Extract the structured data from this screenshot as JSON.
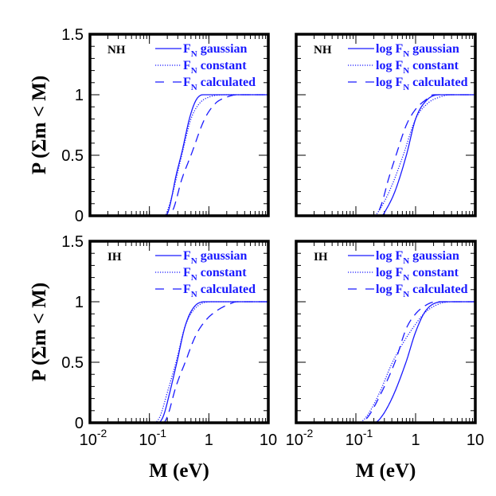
{
  "colors": {
    "curve": "#1a1aff",
    "axis": "#000000"
  },
  "axes": {
    "xlabel": "M (eV)",
    "ylabel": "P (Σm < M)",
    "x_scale": "log",
    "xlim": [
      0.01,
      10
    ],
    "ylim": [
      0,
      1.5
    ],
    "x_ticks": [
      {
        "base": "10",
        "exp": "-2",
        "v": 0.01
      },
      {
        "base": "10",
        "exp": "-1",
        "v": 0.1
      },
      {
        "base": "1",
        "exp": "",
        "v": 1
      },
      {
        "base": "10",
        "exp": "",
        "v": 10
      }
    ],
    "y_ticks": [
      {
        "label": "0",
        "v": 0
      },
      {
        "label": "0.5",
        "v": 0.5
      },
      {
        "label": "1",
        "v": 1
      },
      {
        "label": "1.5",
        "v": 1.5
      }
    ]
  },
  "chart_data": [
    {
      "type": "line",
      "label": "NH",
      "position": "top-left",
      "legend": "top-right",
      "series": [
        {
          "name": "F",
          "sub": "N",
          "suffix": " gaussian",
          "style": "solid",
          "points": [
            [
              0.01,
              0
            ],
            [
              0.19,
              0
            ],
            [
              0.22,
              0.08
            ],
            [
              0.28,
              0.33
            ],
            [
              0.35,
              0.52
            ],
            [
              0.47,
              0.8
            ],
            [
              0.6,
              0.95
            ],
            [
              0.8,
              1
            ],
            [
              10,
              1
            ]
          ]
        },
        {
          "name": "F",
          "sub": "N",
          "suffix": " constant",
          "style": "dotted",
          "points": [
            [
              0.01,
              0
            ],
            [
              0.18,
              0
            ],
            [
              0.22,
              0.1
            ],
            [
              0.35,
              0.5
            ],
            [
              0.5,
              0.8
            ],
            [
              0.7,
              0.93
            ],
            [
              1,
              0.98
            ],
            [
              2,
              1
            ],
            [
              10,
              1
            ]
          ]
        },
        {
          "name": "F",
          "sub": "N",
          "suffix": " calculated",
          "style": "dashed",
          "points": [
            [
              0.01,
              0
            ],
            [
              0.2,
              0
            ],
            [
              0.25,
              0.05
            ],
            [
              0.35,
              0.3
            ],
            [
              0.5,
              0.5
            ],
            [
              0.85,
              0.8
            ],
            [
              1.3,
              0.93
            ],
            [
              2,
              0.98
            ],
            [
              3,
              1
            ],
            [
              10,
              1
            ]
          ]
        }
      ]
    },
    {
      "type": "line",
      "label": "NH",
      "position": "top-right",
      "legend": "top-right",
      "series": [
        {
          "name": "log F",
          "sub": "N",
          "suffix": " gaussian",
          "style": "solid",
          "points": [
            [
              0.01,
              0
            ],
            [
              0.27,
              0
            ],
            [
              0.32,
              0.05
            ],
            [
              0.45,
              0.2
            ],
            [
              0.7,
              0.5
            ],
            [
              1,
              0.8
            ],
            [
              1.5,
              0.95
            ],
            [
              2.5,
              1
            ],
            [
              10,
              1
            ]
          ]
        },
        {
          "name": "log F",
          "sub": "N",
          "suffix": " constant",
          "style": "dotted",
          "points": [
            [
              0.01,
              0
            ],
            [
              0.2,
              0
            ],
            [
              0.25,
              0.05
            ],
            [
              0.4,
              0.25
            ],
            [
              0.62,
              0.5
            ],
            [
              1,
              0.8
            ],
            [
              1.6,
              0.93
            ],
            [
              2.5,
              0.98
            ],
            [
              4,
              1
            ],
            [
              10,
              1
            ]
          ]
        },
        {
          "name": "log F",
          "sub": "N",
          "suffix": " calculated",
          "style": "dashed",
          "points": [
            [
              0.01,
              0
            ],
            [
              0.21,
              0
            ],
            [
              0.27,
              0.1
            ],
            [
              0.35,
              0.3
            ],
            [
              0.47,
              0.5
            ],
            [
              0.7,
              0.75
            ],
            [
              1,
              0.88
            ],
            [
              1.5,
              0.96
            ],
            [
              2,
              1
            ],
            [
              10,
              1
            ]
          ]
        }
      ]
    },
    {
      "type": "line",
      "label": "IH",
      "position": "bottom-left",
      "legend": "top-right",
      "series": [
        {
          "name": "F",
          "sub": "N",
          "suffix": " gaussian",
          "style": "solid",
          "points": [
            [
              0.01,
              0
            ],
            [
              0.14,
              0
            ],
            [
              0.17,
              0.05
            ],
            [
              0.22,
              0.25
            ],
            [
              0.29,
              0.5
            ],
            [
              0.4,
              0.8
            ],
            [
              0.55,
              0.95
            ],
            [
              0.85,
              1
            ],
            [
              10,
              1
            ]
          ]
        },
        {
          "name": "F",
          "sub": "N",
          "suffix": " constant",
          "style": "dotted",
          "points": [
            [
              0.01,
              0
            ],
            [
              0.12,
              0
            ],
            [
              0.15,
              0.05
            ],
            [
              0.2,
              0.25
            ],
            [
              0.28,
              0.5
            ],
            [
              0.4,
              0.8
            ],
            [
              0.6,
              0.95
            ],
            [
              1.2,
              1
            ],
            [
              10,
              1
            ]
          ]
        },
        {
          "name": "F",
          "sub": "N",
          "suffix": " calculated",
          "style": "dashed",
          "points": [
            [
              0.01,
              0
            ],
            [
              0.17,
              0
            ],
            [
              0.2,
              0.05
            ],
            [
              0.28,
              0.3
            ],
            [
              0.4,
              0.5
            ],
            [
              0.6,
              0.72
            ],
            [
              0.9,
              0.85
            ],
            [
              1.4,
              0.93
            ],
            [
              2.2,
              0.98
            ],
            [
              3,
              1
            ],
            [
              10,
              1
            ]
          ]
        }
      ]
    },
    {
      "type": "line",
      "label": "IH",
      "position": "bottom-right",
      "legend": "top-right",
      "series": [
        {
          "name": "log F",
          "sub": "N",
          "suffix": " gaussian",
          "style": "solid",
          "points": [
            [
              0.01,
              0
            ],
            [
              0.2,
              0
            ],
            [
              0.25,
              0.03
            ],
            [
              0.4,
              0.2
            ],
            [
              0.69,
              0.5
            ],
            [
              1,
              0.75
            ],
            [
              1.5,
              0.93
            ],
            [
              3,
              1
            ],
            [
              10,
              1
            ]
          ]
        },
        {
          "name": "log F",
          "sub": "N",
          "suffix": " constant",
          "style": "dotted",
          "points": [
            [
              0.01,
              0
            ],
            [
              0.11,
              0
            ],
            [
              0.15,
              0.05
            ],
            [
              0.25,
              0.25
            ],
            [
              0.41,
              0.5
            ],
            [
              0.95,
              0.8
            ],
            [
              1.6,
              0.93
            ],
            [
              4,
              1
            ],
            [
              10,
              1
            ]
          ]
        },
        {
          "name": "log F",
          "sub": "N",
          "suffix": " calculated",
          "style": "dashed",
          "points": [
            [
              0.01,
              0
            ],
            [
              0.12,
              0
            ],
            [
              0.16,
              0.05
            ],
            [
              0.25,
              0.22
            ],
            [
              0.45,
              0.5
            ],
            [
              0.7,
              0.78
            ],
            [
              1,
              0.9
            ],
            [
              1.6,
              0.98
            ],
            [
              2.2,
              1
            ],
            [
              10,
              1
            ]
          ]
        }
      ]
    }
  ]
}
